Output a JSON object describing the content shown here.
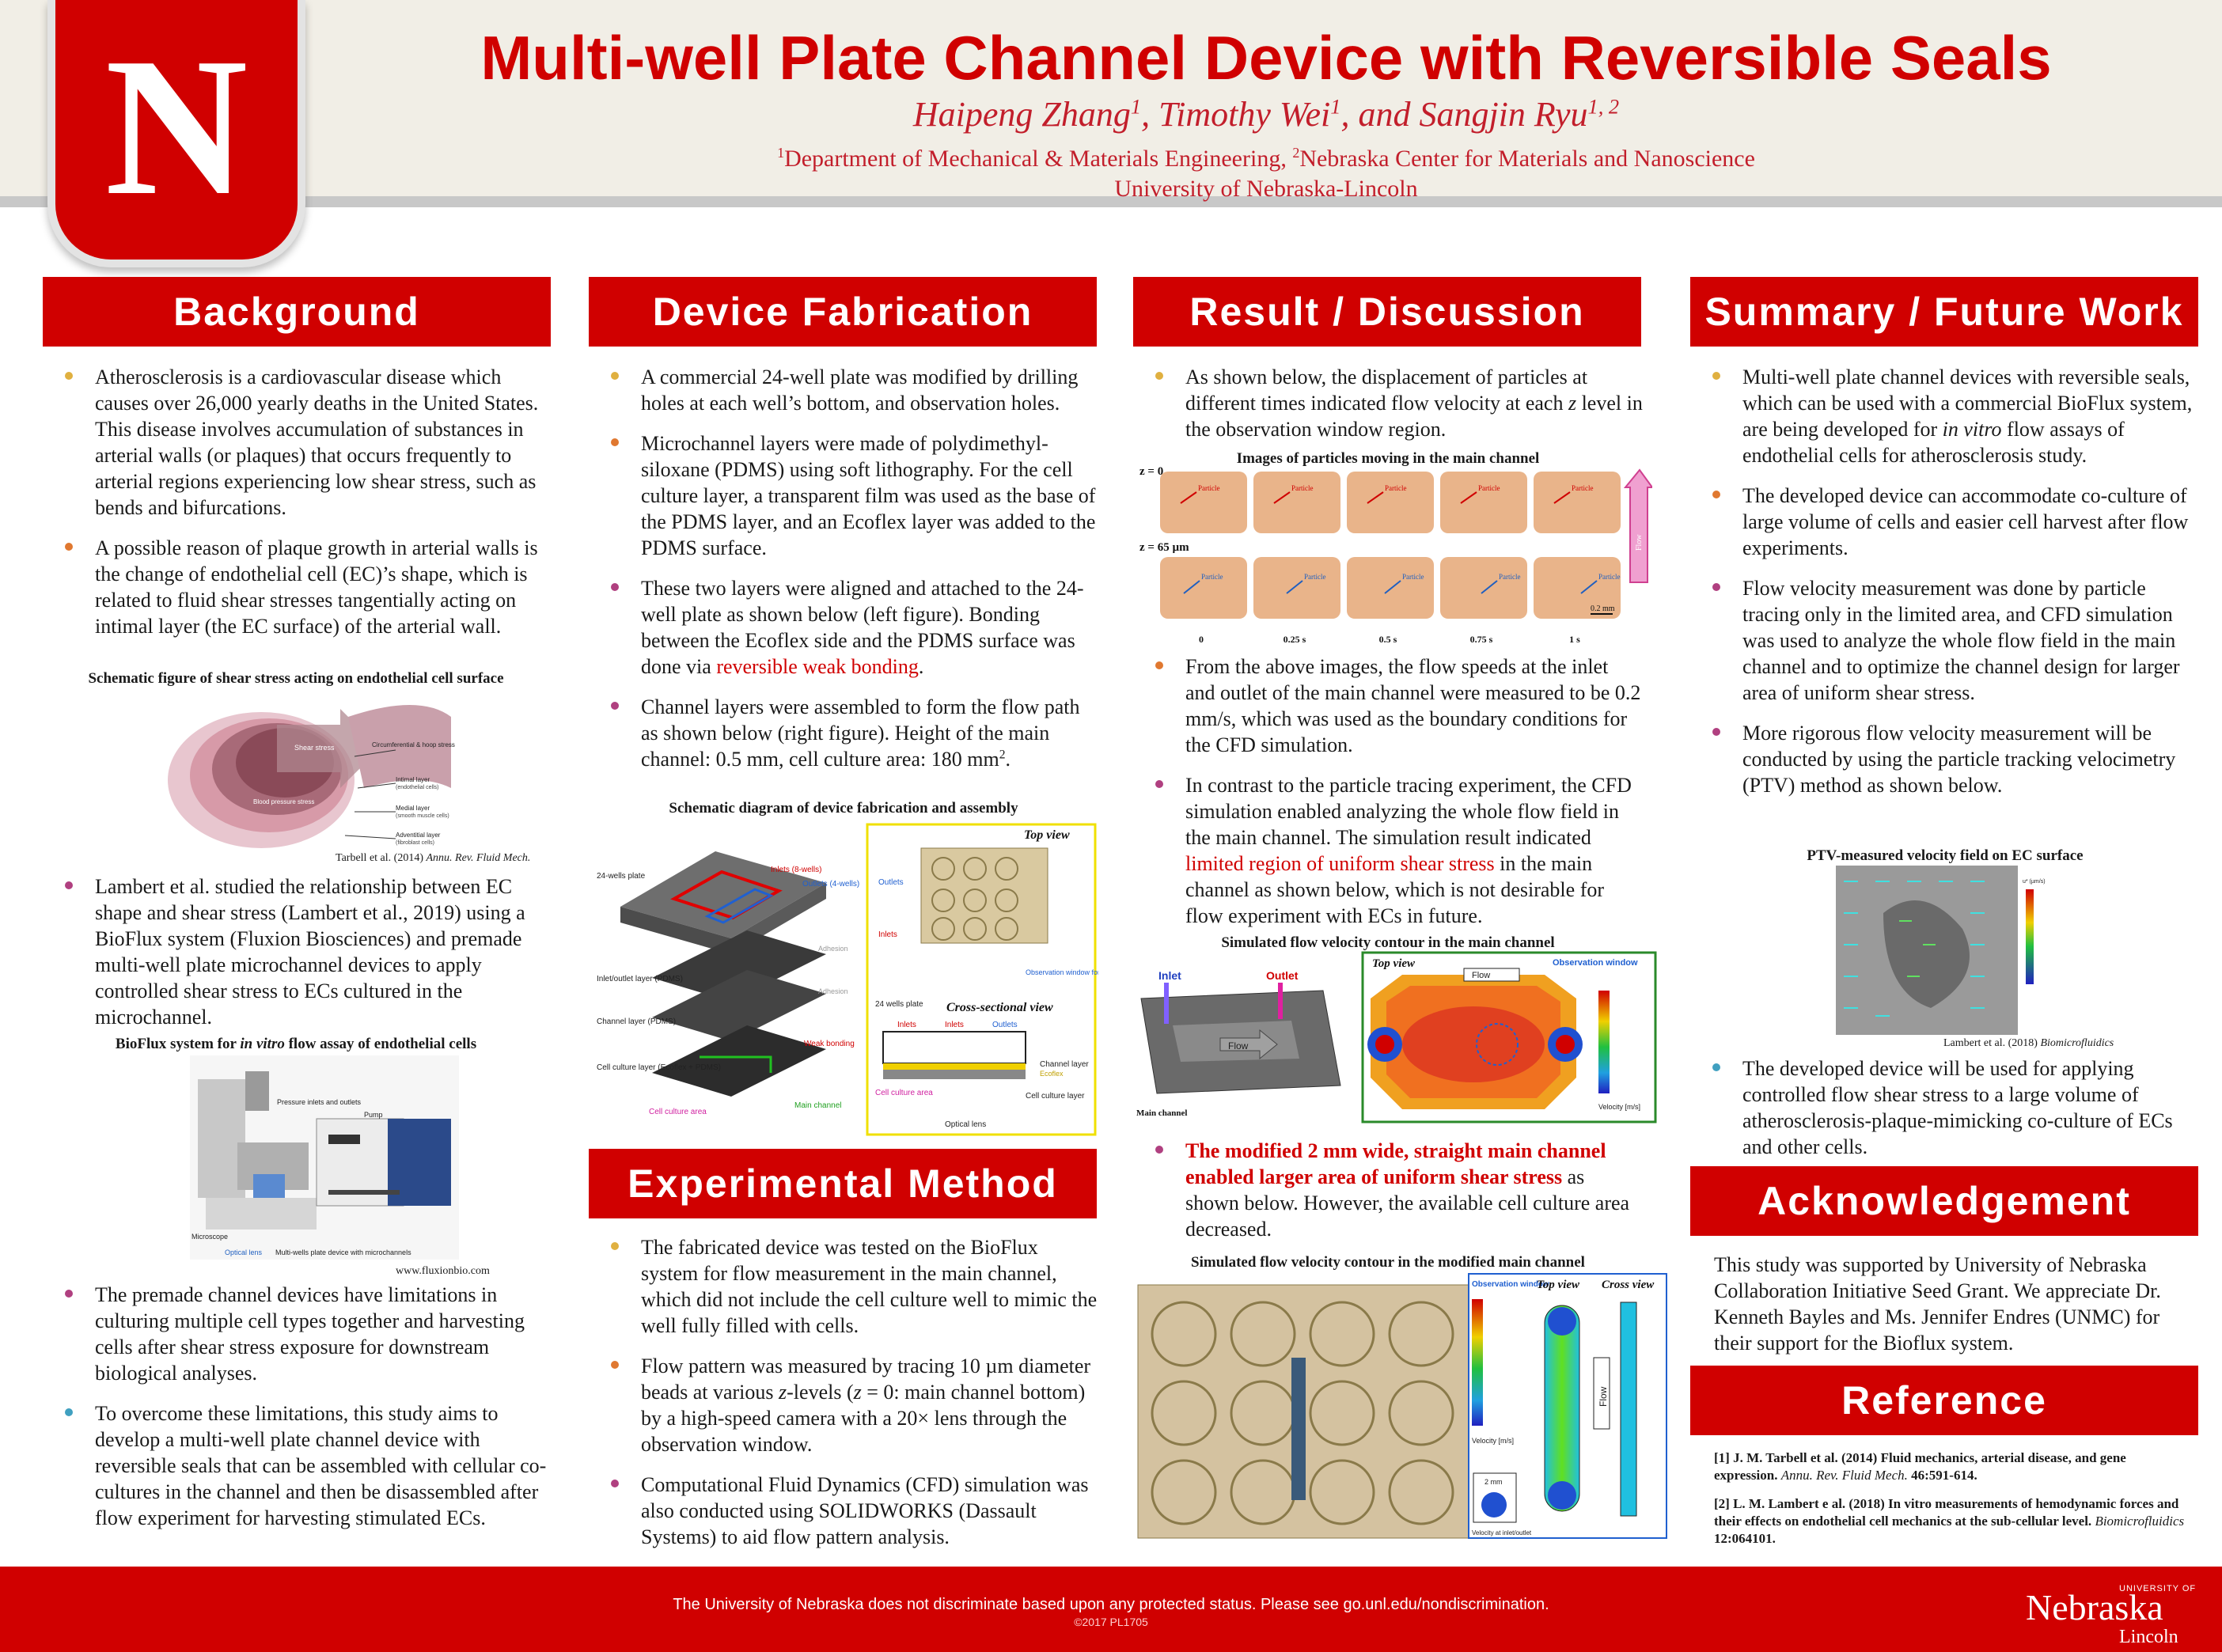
{
  "header": {
    "logo_letter": "N",
    "title": "Multi-well Plate Channel Device with Reversible Seals",
    "author1": "Haipeng Zhang",
    "author1_sup": "1",
    "author2": ", Timothy Wei",
    "author2_sup": "1",
    "author3": ", and Sangjin Ryu",
    "author3_sup": "1, 2",
    "affil_sup1": "1",
    "affil_dept1": "Department of Mechanical & Materials Engineering, ",
    "affil_sup2": "2",
    "affil_dept2": "Nebraska Center for Materials and Nanoscience",
    "affil_univ": "University of Nebraska-Lincoln"
  },
  "sections": {
    "background": "Background",
    "device_fabrication": "Device Fabrication",
    "result_discussion": "Result / Discussion",
    "summary": "Summary / Future Work",
    "experimental_method": "Experimental Method",
    "acknowledgement": "Acknowledgement",
    "reference": "Reference"
  },
  "background": {
    "b1": "Atherosclerosis is a cardiovascular disease which causes over 26,000 yearly deaths in the United States. This disease involves accumulation of substances in arterial walls (or plaques) that occurs frequently to arterial regions experiencing low shear stress, such as bends and bifurcations.",
    "b2": "A possible reason of plaque growth in arterial walls is the change of endothelial cell (EC)’s shape, which is related to fluid shear stresses tangentially acting on intimal layer (the EC surface) of the arterial wall.",
    "fig1_caption": "Schematic figure of shear stress acting on endothelial cell surface",
    "fig1_credit_plain": "Tarbell et al. (2014) ",
    "fig1_credit_italic": "Annu. Rev. Fluid Mech.",
    "fig1_labels": {
      "shear": "Shear stress",
      "circ": "Circumferential & hoop stress",
      "intimal": "Intimal layer",
      "intimal_sub": "(endothelial cells)",
      "medial": "Medial layer",
      "medial_sub": "(smooth muscle cells)",
      "advent": "Adventitial layer",
      "advent_sub": "(fibroblast cells)",
      "pressure": "Blood pressure stress"
    },
    "b3": "Lambert et al. studied the relationship between EC shape and shear stress (Lambert et al., 2019) using a BioFlux system (Fluxion Biosciences) and premade multi-well plate microchannel devices to apply controlled shear stress to ECs cultured in the microchannel.",
    "fig2_caption_a": "BioFlux system for ",
    "fig2_caption_i": "in vitro",
    "fig2_caption_b": " flow assay of endothelial cells",
    "fig2_labels": {
      "pressure": "Pressure inlets and outlets",
      "pump": "Pump",
      "microscope": "Microscope",
      "optical": "Optical lens",
      "plate": "Multi-wells plate device with microchannels"
    },
    "fig2_credit": "www.fluxionbio.com",
    "b4": "The premade channel devices have limitations in culturing multiple cell types together and harvesting cells after shear stress exposure for downstream biological analyses.",
    "b5": "To overcome these limitations, this study aims to develop a multi-well plate channel device with reversible seals that can be assembled with cellular co-cultures in the channel and then be disassembled after flow experiment for harvesting stimulated ECs."
  },
  "fabrication": {
    "b1": "A commercial 24-well plate was modified by drilling holes at each well’s bottom, and observation holes.",
    "b2": "Microchannel layers were made of polydimethyl-siloxane (PDMS) using soft lithography. For the cell culture layer, a transparent film was used as the base of the PDMS layer, and an Ecoflex layer was added to the PDMS surface.",
    "b3_a": "These two layers were aligned and attached to the 24-well plate as shown below (left figure). Bonding between the Ecoflex side and the PDMS surface was done via ",
    "b3_red": "reversible weak bonding",
    "b3_b": ".",
    "b4_a": "Channel layers were assembled to form the flow path as shown below (right figure). Height of the main channel: 0.5 mm, cell culture area: 180 mm",
    "b4_sup": "2",
    "b4_b": ".",
    "fig_caption": "Schematic diagram of device fabrication and assembly",
    "fig_labels": {
      "plate": "24-wells plate",
      "inlets": "Inlets (8-wells)",
      "outlets": "Outlets (4-wells)",
      "inlet_layer": "Inlet/outlet layer (PDMS)",
      "channel_layer": "Channel layer (PDMS)",
      "culture_layer": "Cell culture layer (Ecoflex + PDMS)",
      "adhesion1": "Adhesion",
      "adhesion2": "Adhesion",
      "weak": "Weak bonding",
      "main": "Main channel",
      "culture_area": "Cell culture area",
      "top_view": "Top view",
      "outlets_short": "Outlets",
      "inlets_short": "Inlets",
      "obs": "Observation window for optical lens",
      "cross": "Cross-sectional view",
      "plate2": "24 wells plate",
      "inlets2": "Inlets",
      "inlets3": "Inlets",
      "outlets2": "Outlets",
      "ch_layer": "Channel layer",
      "ecoflex": "Ecoflex",
      "cca": "Cell culture area",
      "ccl": "Cell culture layer",
      "optical": "Optical lens"
    }
  },
  "method": {
    "b1": "The fabricated device was tested on the BioFlux system for flow measurement in the main channel, which did not include the cell culture well to mimic the well fully filled with cells.",
    "b2_a": "Flow pattern was measured by tracing 10 µm diameter beads at various ",
    "b2_z1": "z",
    "b2_b": "-levels (",
    "b2_z2": "z",
    "b2_c": " = 0: main channel bottom) by a high-speed camera with a 20× lens through the observation window.",
    "b3": "Computational Fluid Dynamics (CFD) simulation was also conducted using SOLIDWORKS (Dassault Systems) to aid flow pattern analysis."
  },
  "results": {
    "b1_a": "As shown below, the displacement of particles at different times indicated flow velocity at each ",
    "b1_z": "z",
    "b1_b": " level in the observation window region.",
    "fig1_caption": "Images of particles moving in the main channel",
    "fig1_z0": "z = 0",
    "fig1_z65": "z = 65 µm",
    "fig1_particle": "Particle",
    "fig1_flow": "Flow",
    "fig1_scale": "0.2 mm",
    "fig1_times": [
      "0",
      "0.25 s",
      "0.5 s",
      "0.75 s",
      "1 s"
    ],
    "b2": "From the above images, the flow speeds at the inlet and outlet of the main channel were measured to be 0.2 mm/s, which was used as the boundary conditions for the CFD simulation.",
    "b3_a": "In contrast to the particle tracing experiment, the CFD simulation enabled analyzing the whole flow field in the main channel. The simulation result indicated ",
    "b3_red": "limited region of uniform shear stress",
    "b3_b": " in the main channel as shown below, which is not desirable for flow experiment with ECs in future.",
    "fig2_caption": "Simulated flow velocity contour in the main channel",
    "fig2_labels": {
      "inlet": "Inlet",
      "outlet": "Outlet",
      "flow": "Flow",
      "main": "Main channel",
      "top": "Top view",
      "obs": "Observation window",
      "unit": "Velocity [m/s]"
    },
    "b4_redb": "The modified 2 mm wide, straight main channel enabled larger area of uniform shear stress",
    "b4_b": " as shown below. However, the available cell culture area decreased.",
    "fig3_caption": "Simulated flow velocity contour in the modified main channel",
    "fig3_labels": {
      "obs": "Observation window",
      "top": "Top view",
      "cross": "Cross view",
      "flow": "Flow",
      "unit": "Velocity [m/s]",
      "size": "2 mm",
      "inlet": "Velocity at inlet/outlet"
    }
  },
  "summary": {
    "b1_a": "Multi-well plate channel devices with reversible seals, which can be used with a commercial BioFlux system, are being developed for ",
    "b1_i": "in vitro",
    "b1_b": " flow assays of endothelial cells for atherosclerosis study.",
    "b2": "The developed device can accommodate co-culture of large volume of cells and easier cell harvest after flow experiments.",
    "b3": "Flow velocity measurement was done by particle tracing only in the limited area, and CFD simulation was used to analyze the whole flow field in the main channel and to optimize the channel design for larger area of uniform shear stress.",
    "b4": "More rigorous flow velocity measurement will be conducted by using the particle tracking velocimetry (PTV) method as shown below.",
    "fig_caption": "PTV-measured velocity field on EC surface",
    "fig_credit_plain": "Lambert et al. (2018) ",
    "fig_credit_italic": "Biomicrofluidics",
    "fig_unit": "u* (µm/s)",
    "b5": "The developed device will be used for applying controlled flow shear stress to a large volume of atherosclerosis-plaque-mimicking co-culture of ECs and other cells."
  },
  "acknowledgement": {
    "text": "This study was supported by University of Nebraska Collaboration Initiative Seed Grant. We appreciate Dr. Kenneth Bayles and Ms. Jennifer Endres (UNMC) for their support for the Bioflux system."
  },
  "references": {
    "r1_a": "[1] J. M. Tarbell et al. (2014) Fluid mechanics, arterial disease, and gene expression. ",
    "r1_i": "Annu. Rev. Fluid Mech.",
    "r1_b": " 46:591-614.",
    "r2_a": "[2] L. M. Lambert e al. (2018) In vitro measurements of hemodynamic forces and their effects on endothelial cell mechanics at the sub-cellular level. ",
    "r2_i": "Biomicrofluidics",
    "r2_b": " 12:064101."
  },
  "footer": {
    "text": "The University of Nebraska does not discriminate based upon any protected status. Please see go.unl.edu/nondiscrimination.",
    "sub": "©2017 PL1705",
    "logo_small": "UNIVERSITY OF",
    "logo_big": "Nebraska",
    "logo_sub": "Lincoln"
  },
  "colors": {
    "brand_red": "#d00000",
    "header_bg": "#f1eee6",
    "author_red": "#c21e2b"
  }
}
